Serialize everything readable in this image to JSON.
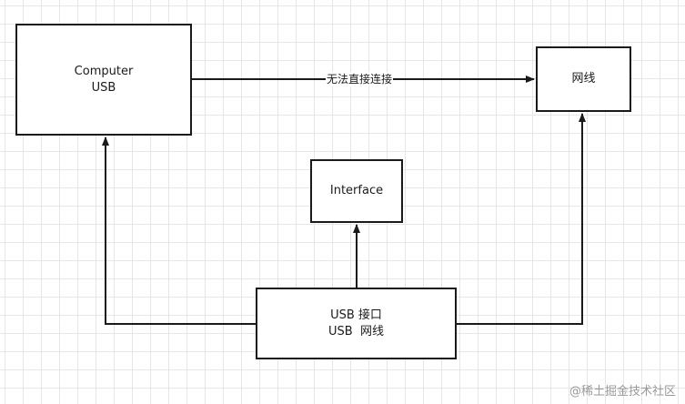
{
  "diagram": {
    "nodes": {
      "computer": {
        "lines": [
          "Computer",
          "USB"
        ]
      },
      "network": {
        "lines": [
          "网线"
        ]
      },
      "interface": {
        "lines": [
          "Interface"
        ]
      },
      "adapter": {
        "lines": [
          "USB 接口",
          "USB  网线"
        ]
      }
    },
    "edges": {
      "computer_to_network": {
        "label": "无法直接连接"
      }
    }
  },
  "watermark": "@稀土掘金技术社区",
  "colors": {
    "stroke": "#1a1a1a",
    "grid": "#e6e6e6",
    "background": "#ffffff",
    "watermark": "#9a9a9a"
  }
}
